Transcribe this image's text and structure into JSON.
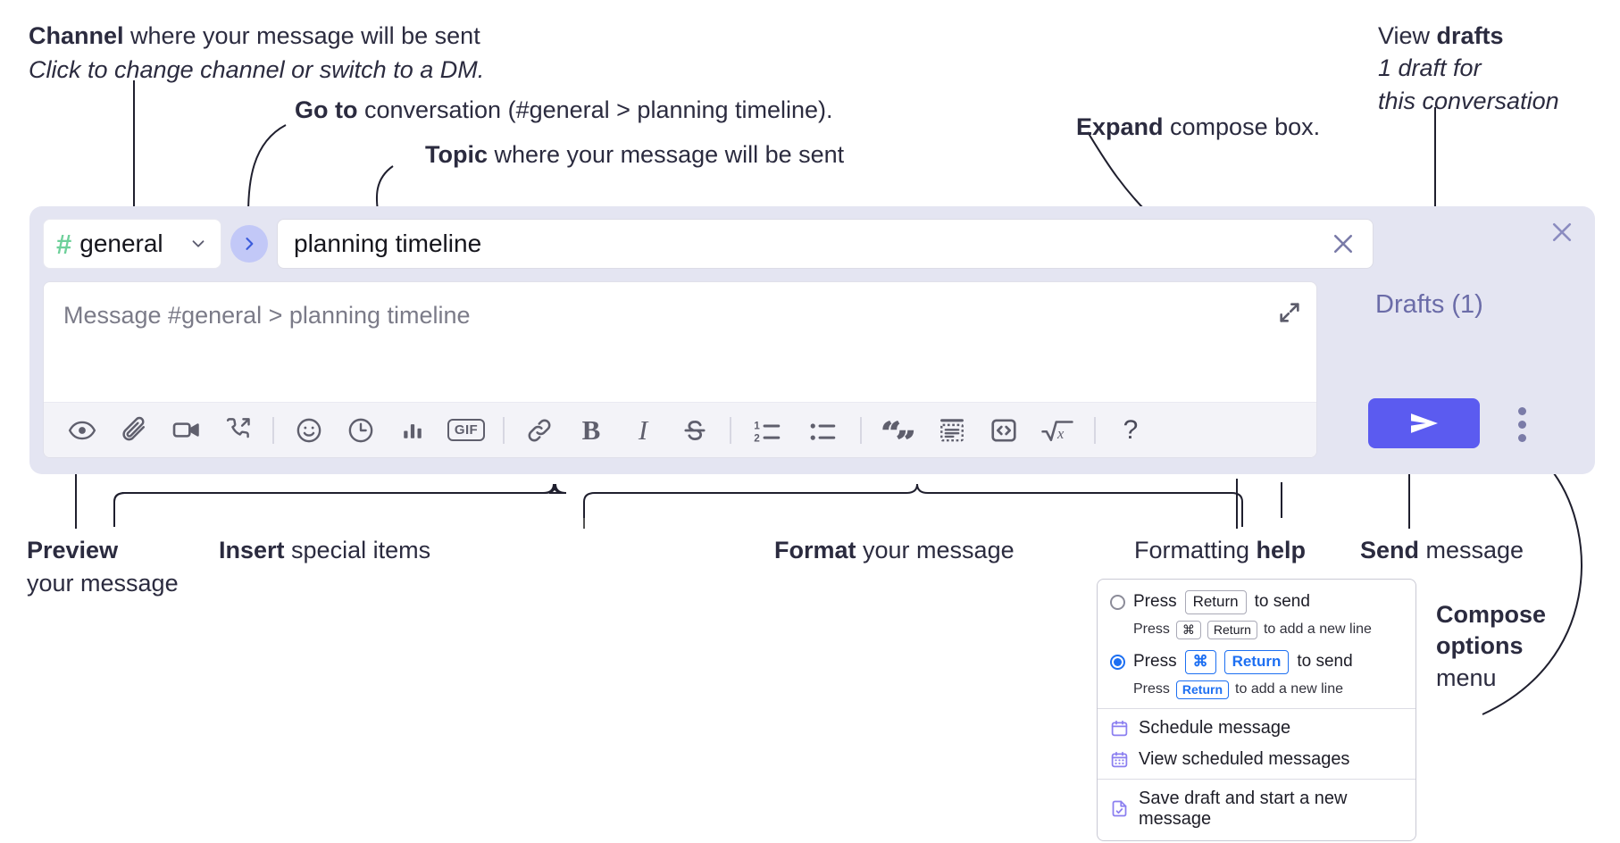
{
  "annotations": {
    "channel": {
      "bold": "Channel",
      "rest": " where your message will be sent",
      "italic": "Click to change channel or switch to a DM."
    },
    "goto": {
      "bold": "Go to",
      "rest": " conversation (#general > planning timeline)."
    },
    "topic": {
      "bold": "Topic",
      "rest": " where your message will be sent"
    },
    "expand": {
      "bold": "Expand",
      "rest": " compose box."
    },
    "drafts": {
      "line1_rest": "View ",
      "line1_bold": "drafts",
      "line2": "1 draft for",
      "line3": "this conversation"
    },
    "preview": {
      "bold": "Preview",
      "line2": "your message"
    },
    "insert": {
      "bold": "Insert",
      "rest": " special items"
    },
    "format": {
      "bold": "Format",
      "rest": " your message"
    },
    "help": {
      "rest": "Formatting ",
      "bold": "help"
    },
    "send": {
      "bold": "Send",
      "rest": " message"
    },
    "compose_options": {
      "line1": "Compose",
      "line2": "options",
      "line3": "menu"
    }
  },
  "compose": {
    "channel_name": "general",
    "hash_symbol": "#",
    "topic_value": "planning timeline",
    "message_placeholder": "Message #general > planning timeline",
    "drafts_label": "Drafts (1)",
    "toolbar_icons": [
      "eye-icon",
      "paperclip-icon",
      "video-camera-icon",
      "phone-forward-icon",
      "emoji-icon",
      "clock-icon",
      "bar-chart-icon",
      "gif-icon",
      "link-icon",
      "bold-icon",
      "italic-icon",
      "strikethrough-icon",
      "ordered-list-icon",
      "bulleted-list-icon",
      "blockquote-icon",
      "code-block-icon",
      "code-icon",
      "math-icon",
      "help-icon"
    ],
    "toolbar_labels": {
      "bold": "B",
      "italic": "I",
      "gif": "GIF",
      "help": "?"
    }
  },
  "menu": {
    "options": [
      {
        "selected": false,
        "main_pre": "Press",
        "main_key": "Return",
        "main_post": "to send",
        "sub_pre": "Press",
        "sub_key1": "⌘",
        "sub_key2": "Return",
        "sub_post": "to add a new line"
      },
      {
        "selected": true,
        "main_pre": "Press",
        "main_key1": "⌘",
        "main_key2": "Return",
        "main_post": "to send",
        "sub_pre": "Press",
        "sub_key": "Return",
        "sub_post": "to add a new line"
      }
    ],
    "items": [
      {
        "icon": "calendar-icon",
        "label": "Schedule message"
      },
      {
        "icon": "calendar-grid-icon",
        "label": "View scheduled messages"
      },
      {
        "icon": "save-draft-icon",
        "label": "Save draft and start a new message"
      }
    ]
  },
  "colors": {
    "panel_bg": "#e4e5f2",
    "send_button": "#5b5bf0",
    "hash_green": "#6ed09a",
    "goto_bg": "#c2c8f7",
    "goto_arrow": "#3b5bdb",
    "drafts_text": "#6b6ca8",
    "menu_accent": "#1d6ff2",
    "menu_icon": "#8b7ff0"
  }
}
